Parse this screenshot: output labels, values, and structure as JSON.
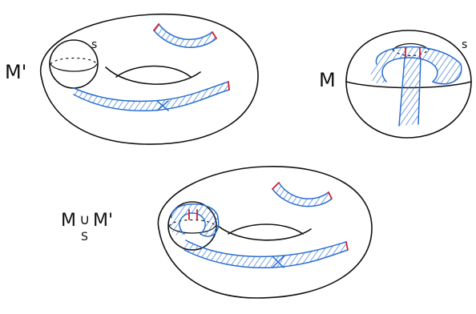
{
  "labels": {
    "m_prime": "M'",
    "s_first": "s",
    "m": "M",
    "s_second": "s",
    "union_left": "M",
    "union_cup": "∪",
    "union_sub": "S",
    "union_right": "M'"
  },
  "colors": {
    "outline": "#111111",
    "band": "#2a6fcf",
    "endpoint": "#d3202a",
    "background": "#ffffff"
  }
}
